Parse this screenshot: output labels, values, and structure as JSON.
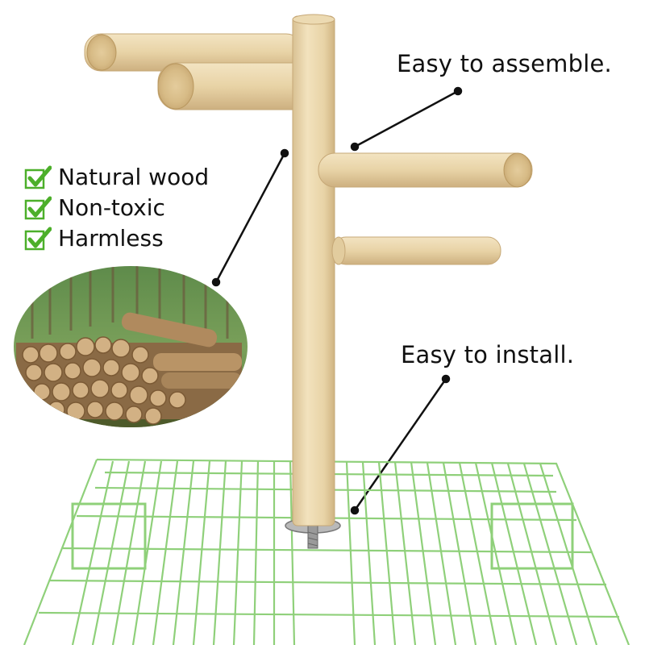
{
  "features": [
    {
      "label": "Natural wood",
      "icon": "green-checkmark-icon"
    },
    {
      "label": "Non-toxic",
      "icon": "green-checkmark-icon"
    },
    {
      "label": "Harmless",
      "icon": "green-checkmark-icon"
    }
  ],
  "callouts": {
    "assemble": "Easy to assemble.",
    "install": "Easy to install."
  },
  "colors": {
    "wood": "#e7d3a8",
    "wood_end": "#d9bf8a",
    "cage": "#8fd07a",
    "check": "#4caf2a",
    "forest": "#3c6a2c"
  }
}
